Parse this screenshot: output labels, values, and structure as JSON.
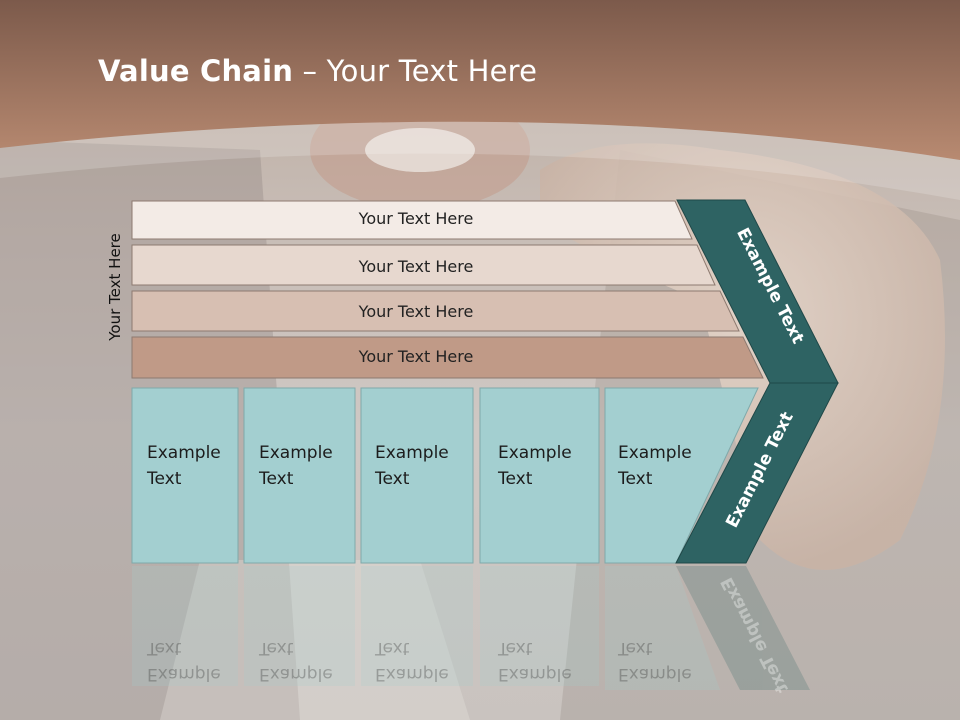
{
  "title": {
    "bold": "Value Chain",
    "rest": " – Your Text Here"
  },
  "side_label": "Your Text Here",
  "rows": [
    {
      "label": "Your Text Here",
      "color": "#f3ebe6"
    },
    {
      "label": "Your Text Here",
      "color": "#e7d8cf"
    },
    {
      "label": "Your Text Here",
      "color": "#d7bfb2"
    },
    {
      "label": "Your Text Here",
      "color": "#c09a87"
    }
  ],
  "boxes": [
    {
      "line1": "Example",
      "line2": "Text"
    },
    {
      "line1": "Example",
      "line2": "Text"
    },
    {
      "line1": "Example",
      "line2": "Text"
    },
    {
      "line1": "Example",
      "line2": "Text"
    },
    {
      "line1": "Example",
      "line2": "Text"
    }
  ],
  "chevron": {
    "upper": "Example Text",
    "lower": "Example Text",
    "color": "#2e6363"
  },
  "colors": {
    "header": "#9e7460",
    "box_fill": "#a3cfd0",
    "box_border": "#7fa9aa"
  }
}
